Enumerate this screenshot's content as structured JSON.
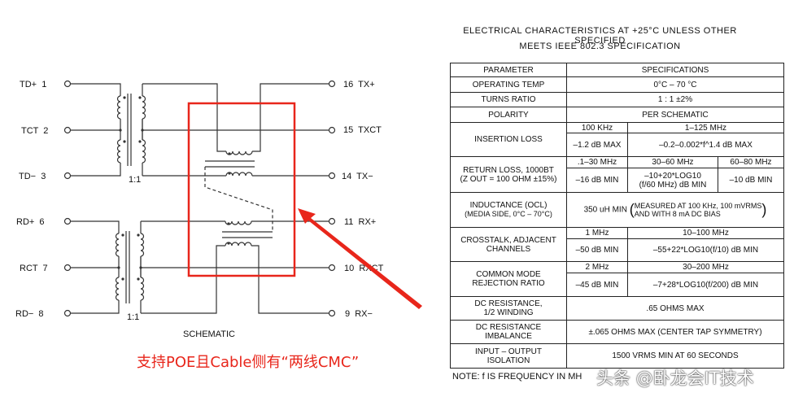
{
  "schematic": {
    "left_pins": [
      "TD+  1",
      "TCT  2",
      "TD−  3",
      "RD+  6",
      "RCT  7",
      "RD−  8"
    ],
    "right_pins": [
      "16  TX+",
      "15  TXCT",
      "14  TX−",
      "11  RX+",
      "10  RXCT",
      "9  RX−"
    ],
    "ratio_top": "1:1",
    "ratio_bottom": "1:1",
    "caption": "SCHEMATIC",
    "annotation": "支持POE且Cable侧有“两线CMC”",
    "highlight_color": "#e8261b"
  },
  "spec": {
    "title_line1": "ELECTRICAL  CHARACTERISTICS  AT  +25°C  UNLESS  OTHER  SPECIFIED",
    "title_line2": "MEETS  IEEE  802.3  SPECIFICATION",
    "header": {
      "parameter": "PARAMETER",
      "specifications": "SPECIFICATIONS"
    },
    "operating_temp": {
      "label": "OPERATING  TEMP",
      "value": "0°C  –  70 °C"
    },
    "turns_ratio": {
      "label": "TURNS  RATIO",
      "value": "1  :  1  ±2%"
    },
    "polarity": {
      "label": "POLARITY",
      "value": "PER  SCHEMATIC"
    },
    "insertion_loss": {
      "label": "INSERTION  LOSS",
      "f1": "100  KHz",
      "f2": "1–125  MHz",
      "v1": "–1.2  dB  MAX",
      "v2": "–0.2–0.002*f^1.4  dB  MAX"
    },
    "return_loss": {
      "label1": "RETURN  LOSS,  1000BT",
      "label2": "(Z  OUT  =  100  OHM  ±15%)",
      "f1": ".1–30  MHz",
      "f2": "30–60  MHz",
      "f3": "60–80  MHz",
      "v1": "–16  dB  MIN",
      "v2a": "–10+20*LOG10",
      "v2b": "(f/60  MHz)  dB  MIN",
      "v3": "–10  dB  MIN"
    },
    "inductance": {
      "label1": "INDUCTANCE  (OCL)",
      "label2": "(MEDIA  SIDE,  0°C  –  70°C)",
      "value": "350  uH  MIN",
      "cond1": "MEASURED  AT  100  KHz,  100  mVRMS",
      "cond2": "AND  WITH  8  mA  DC  BIAS"
    },
    "crosstalk": {
      "label1": "CROSSTALK,  ADJACENT",
      "label2": "CHANNELS",
      "f1": "1  MHz",
      "f2": "10–100  MHz",
      "v1": "–50  dB  MIN",
      "v2": "–55+22*LOG10(f/10)  dB  MIN"
    },
    "cmrr": {
      "label1": "COMMON  MODE",
      "label2": "REJECTION  RATIO",
      "f1": "2  MHz",
      "f2": "30–200  MHz",
      "v1": "–45  dB  MIN",
      "v2": "–7+28*LOG10(f/200)  dB  MIN"
    },
    "dc_res": {
      "label1": "DC  RESISTANCE,",
      "label2": "1/2  WINDING",
      "value": ".65  OHMS  MAX"
    },
    "dc_imb": {
      "label1": "DC  RESISTANCE",
      "label2": "IMBALANCE",
      "value": "±.065  OHMS  MAX  (CENTER  TAP  SYMMETRY)"
    },
    "isolation": {
      "label1": "INPUT  –  OUTPUT",
      "label2": "ISOLATION",
      "value": "1500  VRMS  MIN  AT  60  SECONDS"
    },
    "note": "NOTE:  f  IS  FREQUENCY  IN  MH"
  },
  "watermark": "头条 @卧龙会IT技术"
}
